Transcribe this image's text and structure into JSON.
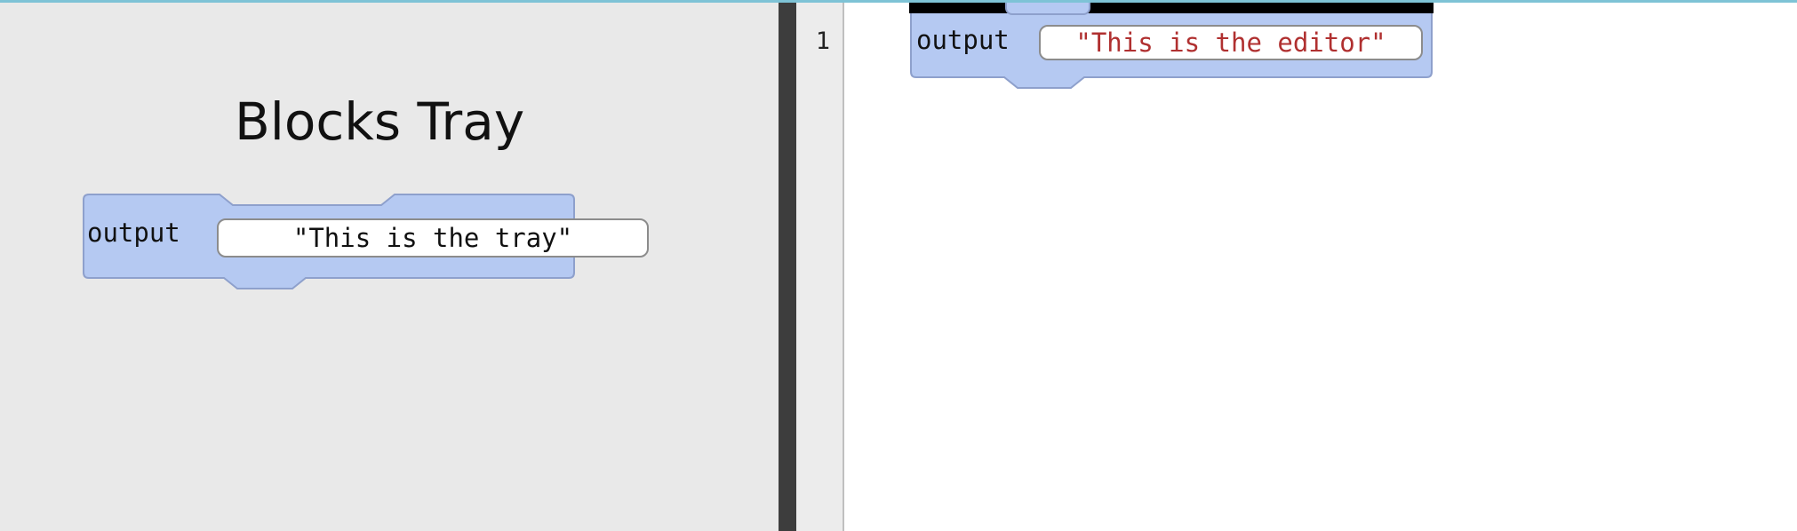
{
  "tray": {
    "title": "Blocks Tray",
    "block": {
      "keyword": "output",
      "value": "\"This is the tray\""
    }
  },
  "editor": {
    "line_numbers": [
      "1"
    ],
    "block": {
      "keyword": "output",
      "value": "\"This is the editor\""
    }
  },
  "colors": {
    "block_fill": "#b5c9f2",
    "block_stroke": "#8ea0cc",
    "tray_background": "#e9e9e9",
    "splitter": "#3d3d3d",
    "string_text_editor": "#b03030",
    "top_border": "#7ec3d6"
  }
}
